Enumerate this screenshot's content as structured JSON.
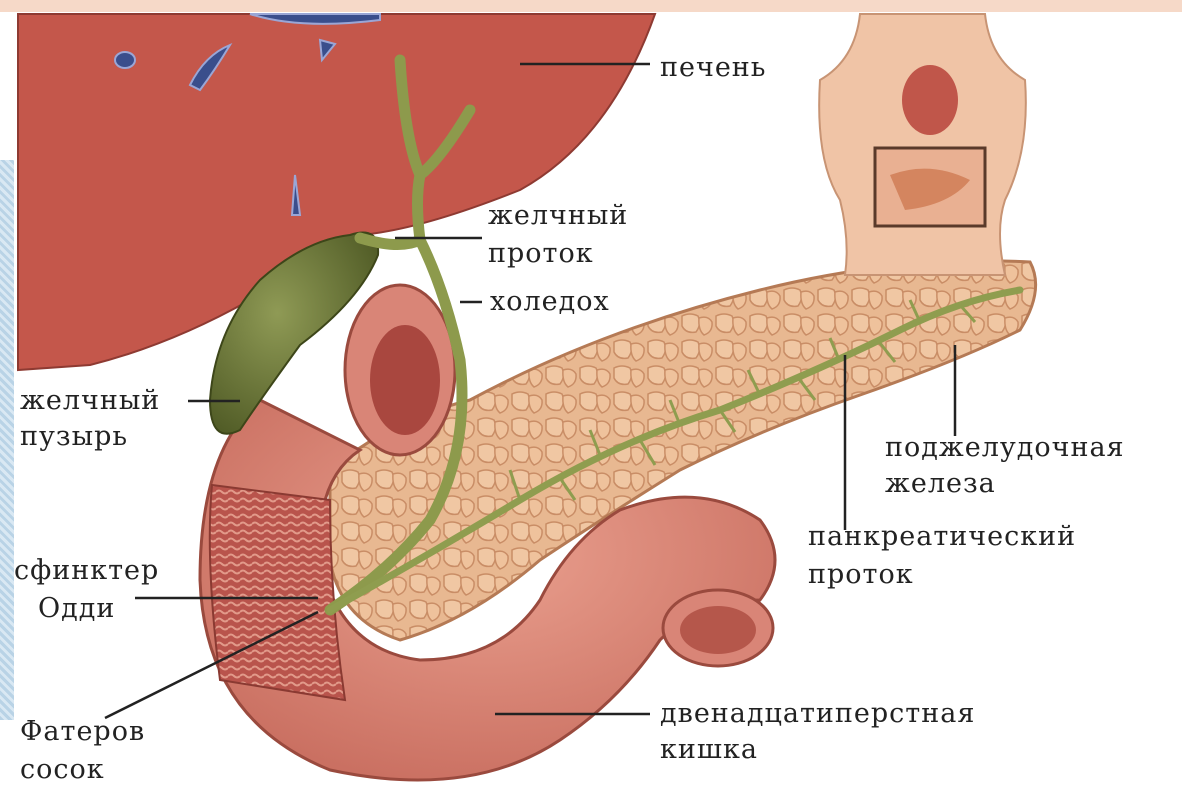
{
  "labels": {
    "liver": "печень",
    "bile_duct_line1": "желчный",
    "bile_duct_line2": "проток",
    "choledoch": "холедох",
    "gallbladder_line1": "желчный",
    "gallbladder_line2": "пузырь",
    "pancreas_line1": "поджелудочная",
    "pancreas_line2": "железа",
    "pancreatic_duct_line1": "панкреатический",
    "pancreatic_duct_line2": "проток",
    "sphincter_line1": "сфинктер",
    "sphincter_line2": "Одди",
    "papilla_line1": "Фатеров",
    "papilla_line2": "сосок",
    "duodenum_line1": "двенадцатиперстная",
    "duodenum_line2": "кишка"
  },
  "colors": {
    "liver": "#c0554a",
    "gallbladder": "#6e7a3a",
    "pancreas": "#e6b08c",
    "duodenum": "#d88070",
    "duct": "#8a9a4a"
  }
}
